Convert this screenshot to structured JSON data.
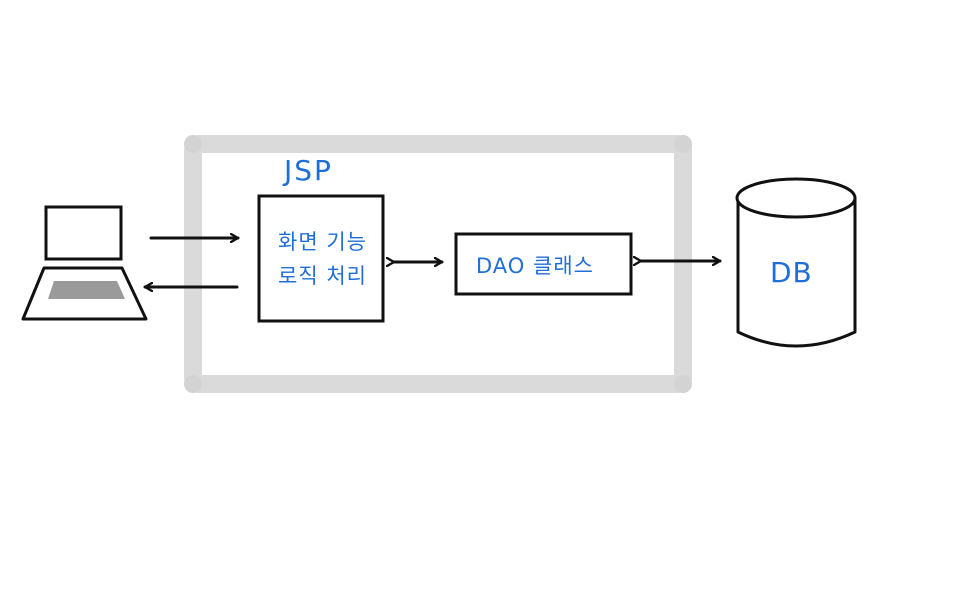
{
  "colors": {
    "text_blue": "#1f6fd6",
    "stroke": "#111111",
    "container_gray": "#dadada",
    "laptop_keyboard_gray": "#9a9a9a"
  },
  "labels": {
    "jsp_title": "JSP",
    "jsp_line_1": "화면 기능",
    "jsp_line_2": "로직 처리",
    "dao": "DAO 클래스",
    "db": "DB"
  },
  "icons": {
    "client": "laptop-icon",
    "database": "database-cylinder-icon"
  }
}
